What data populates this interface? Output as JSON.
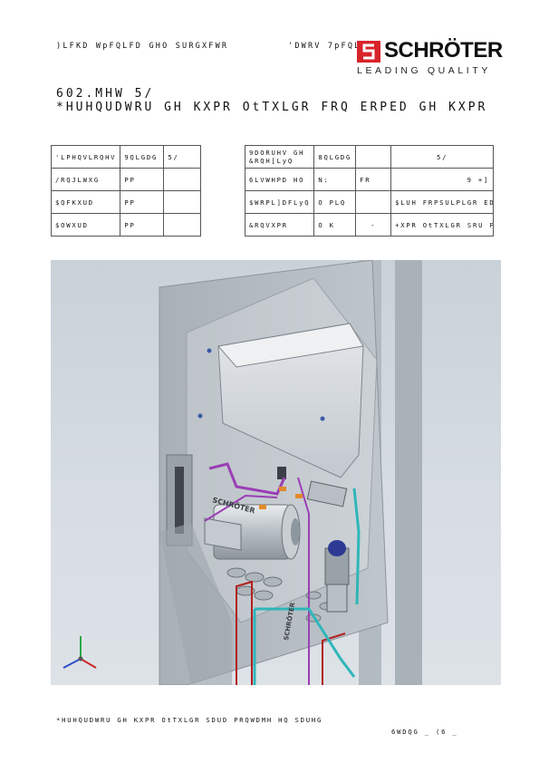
{
  "header": {
    "left_text": ")LFKD WpFQLFD GHO SURGXFWR",
    "right_text": "'DWRV 7pFQLFRV"
  },
  "logo": {
    "name": "SCHRÖTER",
    "tagline": "LEADING QUALITY",
    "brand_color": "#d8232a"
  },
  "title": {
    "line1": "602.MHW 5/",
    "line2": "*HUHQUDWRU GH KXPR OtTXLGR FRQ ERPED GH KXPR"
  },
  "table_left": {
    "rows": [
      [
        "'LPHQVLRQHV",
        "9QLGDG",
        "5/"
      ],
      [
        "/RQJLWXG",
        "PP",
        ""
      ],
      [
        "$QFKXUD",
        "PP",
        ""
      ],
      [
        "$OWXUD",
        "PP",
        ""
      ]
    ]
  },
  "table_right": {
    "rows": [
      [
        "9DORUHV GH\n&RQH[LyQ",
        "8QLGDG",
        "",
        "5/"
      ],
      [
        "6LVWHPD HO",
        "N:",
        "FR",
        "9      +]"
      ],
      [
        "$WRPL]DFLyQ",
        "O PLQ",
        "",
        "$LUH FRPSULPLGR     EDU"
      ],
      [
        "&RQVXPR",
        "O K",
        "-",
        "+XPR OtTXLGR SRU FDGD ER"
      ]
    ]
  },
  "footer": {
    "caption": "*HUHQUDWRU GH KXPR OtTXLGR SDUD PRQWDMH HQ SDUHG",
    "page_info": "6WDQG         _ (6    _"
  },
  "figure": {
    "machine_label": "SCHRÖTER",
    "vertical_label": "SCHRÖTER",
    "pipe_colors": {
      "red": "#b32020",
      "purple": "#9a3fb5",
      "cyan": "#2fb6b9"
    }
  }
}
